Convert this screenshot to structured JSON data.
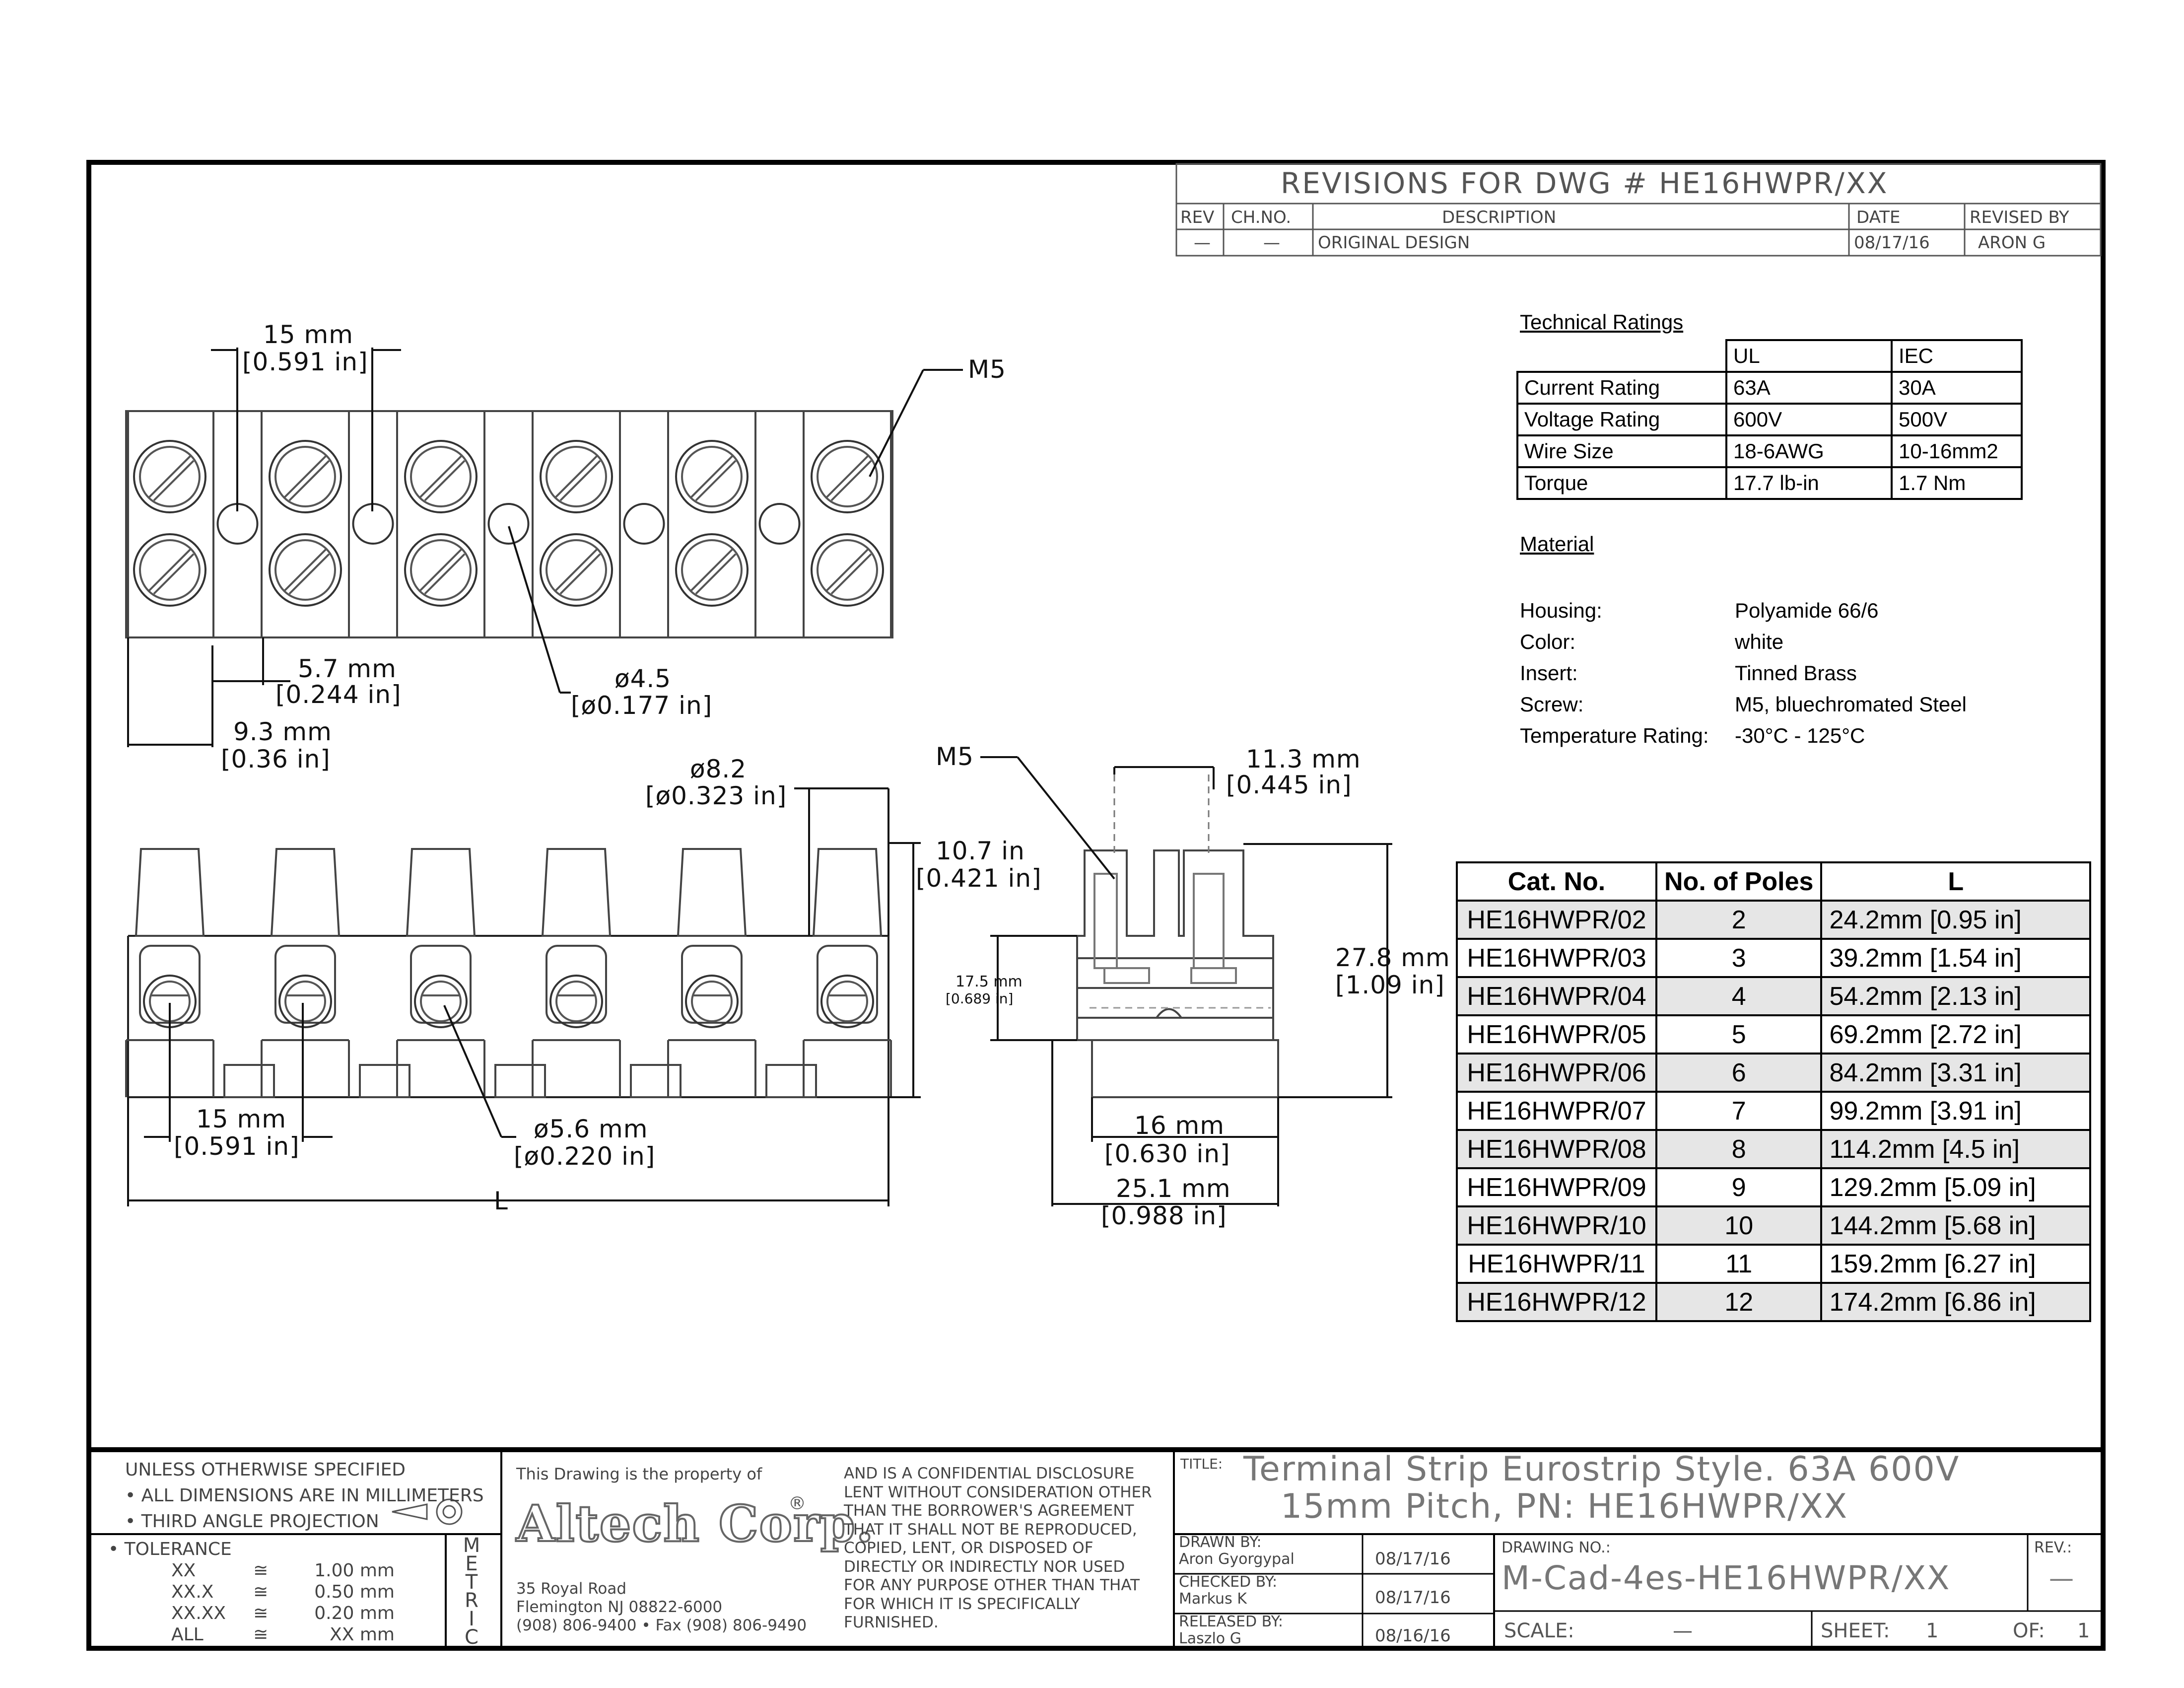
{
  "revisions": {
    "title": "REVISIONS FOR DWG # HE16HWPR/XX",
    "headers": [
      "REV",
      "CH.NO.",
      "DESCRIPTION",
      "DATE",
      "REVISED BY"
    ],
    "rows": [
      [
        "—",
        "—",
        "ORIGINAL DESIGN",
        "08/17/16",
        "ARON G"
      ]
    ]
  },
  "technical_ratings": {
    "heading": "Technical Ratings",
    "col_headers": [
      "UL",
      "IEC"
    ],
    "rows": [
      {
        "label": "Current Rating",
        "ul": "63A",
        "iec": "30A"
      },
      {
        "label": "Voltage Rating",
        "ul": "600V",
        "iec": "500V"
      },
      {
        "label": "Wire Size",
        "ul": "18-6AWG",
        "iec": "10-16mm2"
      },
      {
        "label": "Torque",
        "ul": "17.7 lb-in",
        "iec": "1.7 Nm"
      }
    ]
  },
  "material": {
    "heading": "Material",
    "rows": [
      {
        "label": "Housing:",
        "value": "Polyamide 66/6"
      },
      {
        "label": "Color:",
        "value": "white"
      },
      {
        "label": "Insert:",
        "value": "Tinned Brass"
      },
      {
        "label": "Screw:",
        "value": "M5, bluechromated Steel"
      },
      {
        "label": "Temperature Rating:",
        "value": "-30°C - 125°C"
      }
    ]
  },
  "catalog": {
    "headers": [
      "Cat. No.",
      "No. of Poles",
      "L"
    ],
    "rows": [
      [
        "HE16HWPR/02",
        "2",
        "24.2mm [0.95 in]"
      ],
      [
        "HE16HWPR/03",
        "3",
        "39.2mm [1.54 in]"
      ],
      [
        "HE16HWPR/04",
        "4",
        "54.2mm [2.13 in]"
      ],
      [
        "HE16HWPR/05",
        "5",
        "69.2mm [2.72 in]"
      ],
      [
        "HE16HWPR/06",
        "6",
        "84.2mm [3.31 in]"
      ],
      [
        "HE16HWPR/07",
        "7",
        "99.2mm [3.91 in]"
      ],
      [
        "HE16HWPR/08",
        "8",
        "114.2mm [4.5 in]"
      ],
      [
        "HE16HWPR/09",
        "9",
        "129.2mm [5.09 in]"
      ],
      [
        "HE16HWPR/10",
        "10",
        "144.2mm [5.68 in]"
      ],
      [
        "HE16HWPR/11",
        "11",
        "159.2mm [6.27 in]"
      ],
      [
        "HE16HWPR/12",
        "12",
        "174.2mm [6.86 in]"
      ]
    ]
  },
  "dimensions": {
    "pitch_top_mm": "15 mm",
    "pitch_top_in": "[0.591 in]",
    "m5_top": "M5",
    "gap_mm": "5.7 mm",
    "gap_in": "[0.244 in]",
    "edge_mm": "9.3 mm",
    "edge_in": "[0.36 in]",
    "hole_mm": "ø4.5",
    "hole_in": "[ø0.177 in]",
    "dia82_mm": "ø8.2",
    "dia82_in": "[ø0.323 in]",
    "h107_mm": "10.7 in",
    "h107_in": "[0.421 in]",
    "h175_mm": "17.5 mm",
    "h175_in": "[0.689 in]",
    "pitch_front_mm": "15 mm",
    "pitch_front_in": "[0.591 in]",
    "dia56_mm": "ø5.6 mm",
    "dia56_in": "[ø0.220 in]",
    "length_label": "L",
    "m5_side": "M5",
    "w113_mm": "11.3 mm",
    "w113_in": "[0.445 in]",
    "h278_mm": "27.8 mm",
    "h278_in": "[1.09 in]",
    "w16_mm": "16 mm",
    "w16_in": "[0.630 in]",
    "w251_mm": "25.1 mm",
    "w251_in": "[0.988 in]"
  },
  "title_block": {
    "notes": [
      "UNLESS OTHERWISE SPECIFIED",
      "• ALL DIMENSIONS ARE IN MILLIMETERS",
      "• THIRD ANGLE PROJECTION"
    ],
    "tolerance_heading": "• TOLERANCE",
    "tolerances": [
      {
        "fmt": "XX",
        "sym": "≅",
        "val": "1.00 mm"
      },
      {
        "fmt": "XX.X",
        "sym": "≅",
        "val": "0.50 mm"
      },
      {
        "fmt": "XX.XX",
        "sym": "≅",
        "val": "0.20 mm"
      },
      {
        "fmt": "ALL",
        "sym": "≅",
        "val": "XX mm"
      }
    ],
    "metric": [
      "M",
      "E",
      "T",
      "R",
      "I",
      "C"
    ],
    "property_note": "This Drawing is the property of",
    "company_logo": "Altech Corp.",
    "address": [
      "35 Royal Road",
      "Flemington NJ 08822-6000",
      "(908) 806-9400 • Fax (908) 806-9490"
    ],
    "confidential": [
      "AND IS A CONFIDENTIAL DISCLOSURE",
      "LENT WITHOUT CONSIDERATION OTHER",
      "THAN THE BORROWER'S AGREEMENT",
      "THAT IT SHALL NOT BE REPRODUCED,",
      "COPIED, LENT, OR DISPOSED OF",
      "DIRECTLY OR INDIRECTLY NOR USED",
      "FOR ANY PURPOSE OTHER THAN THAT",
      "FOR WHICH IT IS SPECIFICALLY",
      "FURNISHED."
    ],
    "title_label": "TITLE:",
    "title_line1": "Terminal Strip Eurostrip Style. 63A 600V",
    "title_line2": "15mm Pitch, PN: HE16HWPR/XX",
    "drawn_label": "DRAWN BY:",
    "drawn_name": "Aron Gyorgypal",
    "drawn_date": "08/17/16",
    "checked_label": "CHECKED BY:",
    "checked_name": "Markus K",
    "checked_date": "08/17/16",
    "released_label": "RELEASED BY:",
    "released_name": "Laszlo G",
    "released_date": "08/16/16",
    "drawing_no_label": "DRAWING NO.:",
    "drawing_no": "M-Cad-4es-HE16HWPR/XX",
    "rev_label": "REV.:",
    "rev_value": "—",
    "scale_label": "SCALE:",
    "scale_value": "—",
    "sheet_label": "SHEET:",
    "sheet_value": "1",
    "of_label": "OF:",
    "of_value": "1"
  }
}
